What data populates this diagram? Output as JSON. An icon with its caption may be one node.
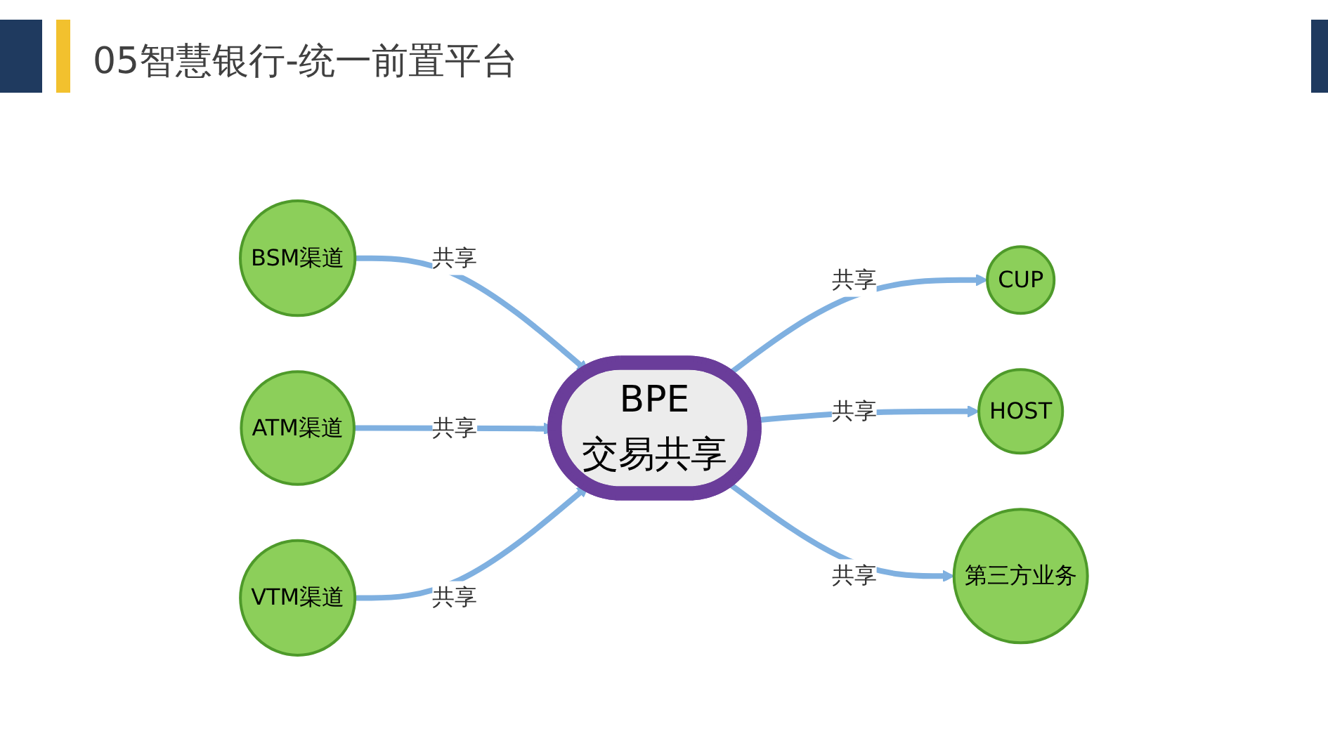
{
  "diagram": {
    "title": "05智慧银行-统一前置平台",
    "nodes": [
      {
        "text": [
          "BSM渠道"
        ]
      },
      {
        "text": [
          "ATM渠道"
        ]
      },
      {
        "text": [
          "VTM渠道"
        ]
      },
      {
        "text": [
          "BPE",
          "交易共享"
        ]
      },
      {
        "text": [
          "CUP"
        ]
      },
      {
        "text": [
          "HOST"
        ]
      },
      {
        "text": [
          "第三方业务"
        ]
      }
    ],
    "edges": [
      {
        "from": 0,
        "to": 3,
        "arrow": "to",
        "label": "共享"
      },
      {
        "from": 1,
        "to": 3,
        "arrow": "to",
        "label": "共享"
      },
      {
        "from": 2,
        "to": 3,
        "arrow": "to",
        "label": "共享"
      },
      {
        "from": 3,
        "to": 4,
        "arrow": "to",
        "label": "共享"
      },
      {
        "from": 3,
        "to": 5,
        "arrow": "to",
        "label": "共享"
      },
      {
        "from": 3,
        "to": 6,
        "arrow": "to",
        "label": "共享"
      }
    ]
  }
}
